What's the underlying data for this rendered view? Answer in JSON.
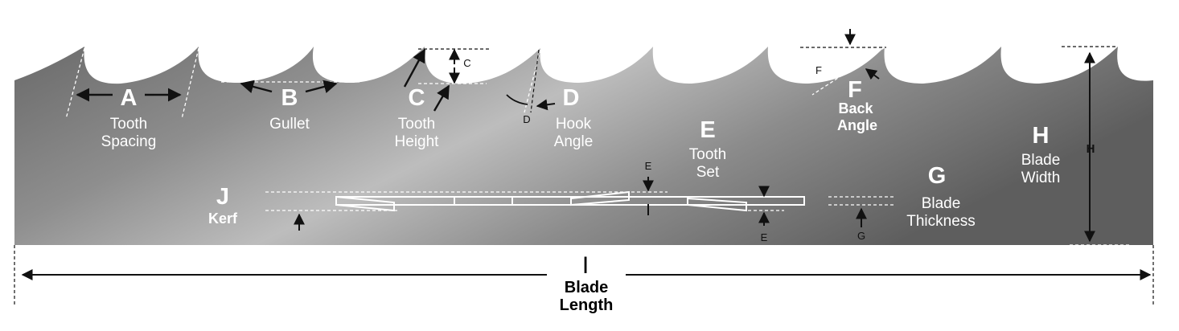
{
  "colors": {
    "blade_light": "#bdbdbd",
    "blade_dark": "#5f5f5f",
    "ink": "#111111",
    "guide": "#ffffff"
  },
  "labels": {
    "tooth_spacing": {
      "letter": "A",
      "line1": "Tooth",
      "line2": "Spacing"
    },
    "gullet": {
      "letter": "B",
      "line1": "Gullet"
    },
    "tooth_height": {
      "letter": "C",
      "line1": "Tooth",
      "line2": "Height",
      "small": "C"
    },
    "hook_angle": {
      "letter": "D",
      "line1": "Hook",
      "line2": "Angle",
      "small": "D"
    },
    "tooth_set": {
      "letter": "E",
      "line1": "Tooth",
      "line2": "Set",
      "small_top": "E",
      "small_bottom": "E"
    },
    "back_angle": {
      "letter": "F",
      "line1": "Back",
      "line2": "Angle",
      "small": "F"
    },
    "blade_thickness": {
      "letter": "G",
      "line1": "Blade",
      "line2": "Thickness",
      "small": "G"
    },
    "blade_width": {
      "letter": "H",
      "line1": "Blade",
      "line2": "Width",
      "small": "H"
    },
    "blade_length": {
      "letter": "I",
      "line1": "Blade",
      "line2": "Length"
    },
    "kerf": {
      "letter": "J",
      "line1": "Kerf"
    }
  }
}
